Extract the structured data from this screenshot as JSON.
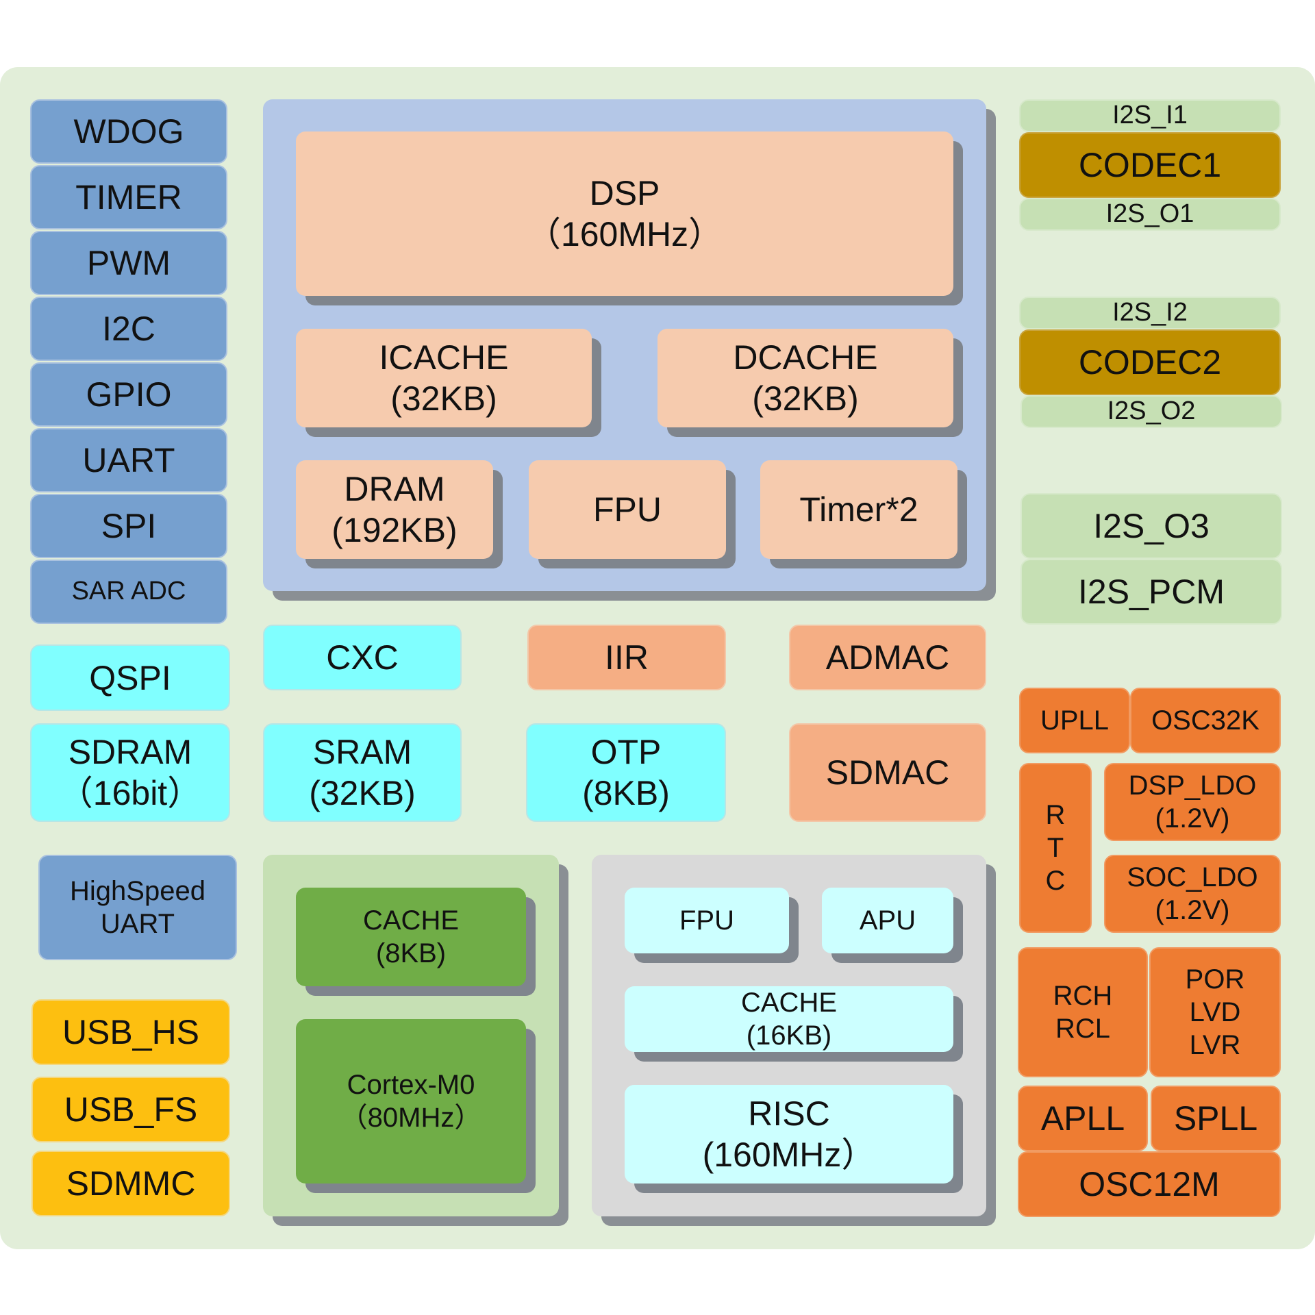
{
  "left_peripherals": {
    "wdog": "WDOG",
    "timer": "TIMER",
    "pwm": "PWM",
    "i2c": "I2C",
    "gpio": "GPIO",
    "uart": "UART",
    "spi": "SPI",
    "sar_adc": "SAR ADC"
  },
  "memory_interfaces": {
    "qspi": "QSPI",
    "sdram": [
      "SDRAM",
      "（16bit）"
    ],
    "highspeed_uart": [
      "HighSpeed",
      "UART"
    ]
  },
  "usb": {
    "usb_hs": "USB_HS",
    "usb_fs": "USB_FS",
    "sdmmc": "SDMMC"
  },
  "dsp_cluster": {
    "dsp": [
      "DSP",
      "（160MHz）"
    ],
    "icache": [
      "ICACHE",
      "(32KB)"
    ],
    "dcache": [
      "DCACHE",
      "(32KB)"
    ],
    "dram": [
      "DRAM",
      "(192KB)"
    ],
    "fpu": "FPU",
    "timer2": "Timer*2"
  },
  "middle_row": {
    "cxc": "CXC",
    "iir": "IIR",
    "admac": "ADMAC"
  },
  "memory_row": {
    "sram": [
      "SRAM",
      "(32KB)"
    ],
    "otp": [
      "OTP",
      "(8KB)"
    ],
    "sdmac": "SDMAC"
  },
  "m0_cluster": {
    "cache": [
      "CACHE",
      "(8KB)"
    ],
    "core": [
      "Cortex-M0",
      "（80MHz）"
    ]
  },
  "risc_cluster": {
    "fpu": "FPU",
    "apu": "APU",
    "cache": [
      "CACHE",
      "(16KB)"
    ],
    "core": [
      "RISC",
      "(160MHz）"
    ]
  },
  "audio": {
    "i2s_i1": "I2S_I1",
    "codec1": "CODEC1",
    "i2s_o1": "I2S_O1",
    "i2s_i2": "I2S_I2",
    "codec2": "CODEC2",
    "i2s_o2": "I2S_O2",
    "i2s_o3": "I2S_O3",
    "i2s_pcm": "I2S_PCM"
  },
  "power_clock": {
    "upll": "UPLL",
    "osc32k": "OSC32K",
    "rtc": [
      "R",
      "T",
      "C"
    ],
    "dsp_ldo": [
      "DSP_LDO",
      "(1.2V)"
    ],
    "soc_ldo": [
      "SOC_LDO",
      "(1.2V)"
    ],
    "rch_rcl": [
      "RCH",
      "RCL"
    ],
    "por_lvd_lvr": [
      "POR",
      "LVD",
      "LVR"
    ],
    "apll": "APLL",
    "spll": "SPLL",
    "osc12m": "OSC12M"
  },
  "colors": {
    "board": "#e2eed9",
    "periph_blue": "#76a0cf",
    "mem_cyan": "#80ffff",
    "dma_salmon": "#f5ae84",
    "dsp_peach": "#f6cbae",
    "dsp_frame": "#b4c7e7",
    "usb_yellow": "#fdbf10",
    "codec_olive": "#bf8f00",
    "i2s_green": "#c6e0b4",
    "power_orange": "#ee7c32",
    "m0_green": "#70ad47",
    "risc_cyan": "#ccffff",
    "risc_frame": "#d9d9d9"
  }
}
